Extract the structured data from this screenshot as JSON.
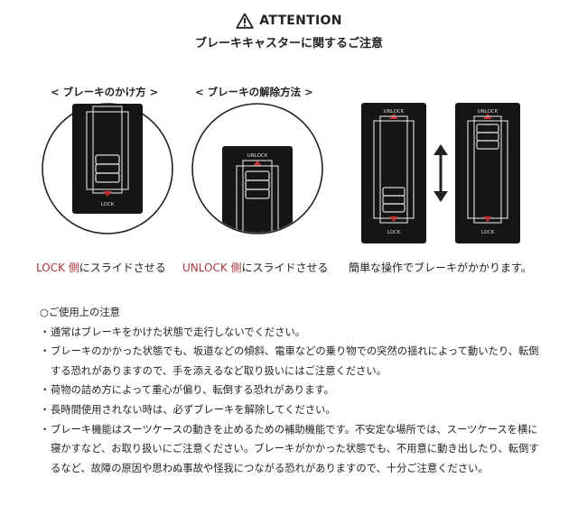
{
  "header": {
    "attention": "ATTENTION",
    "subtitle": "ブレーキキャスターに関するご注意"
  },
  "panels": [
    {
      "title": "< ブレーキのかけ方 >",
      "caption_highlight": "LOCK 側",
      "caption_rest": "にスライドさせる",
      "device_label": "LOCK"
    },
    {
      "title": "< ブレーキの解除方法 >",
      "caption_highlight": "UNLOCK 側",
      "caption_rest": "にスライドさせる",
      "device_label": "UNLOCK"
    },
    {
      "caption": "簡単な操作でブレーキがかかります。",
      "devices": [
        {
          "top_label": "UNLOCK",
          "bottom_label": "LOCK",
          "knob_position": "bottom"
        },
        {
          "top_label": "UNLOCK",
          "bottom_label": "LOCK",
          "knob_position": "top"
        }
      ]
    }
  ],
  "notes": {
    "heading": "○ご使用上の注意",
    "bullet": "・",
    "items": [
      "通常はブレーキをかけた状態で走行しないでください。",
      "ブレーキのかかった状態でも、坂道などの傾斜、電車などの乗り物での突然の揺れによって動いたり、転倒する恐れがありますので、手を添えるなど取り扱いにはご注意ください。",
      "荷物の詰め方によって重心が偏り、転倒する恐れがあります。",
      "長時間使用されない時は、必ずブレーキを解除してください。",
      "ブレーキ機能はスーツケースの動きを止めるための補助機能です。不安定な場所では、スーツケースを横に寝かすなど、お取り扱いにご注意ください。ブレーキがかかった状態でも、不用意に動き出したり、転倒するなど、故障の原因や思わぬ事故や怪我につながる恐れがありますので、十分ご注意ください。"
    ]
  },
  "colors": {
    "accent_red": "#a8383a",
    "device_body": "#151515"
  }
}
